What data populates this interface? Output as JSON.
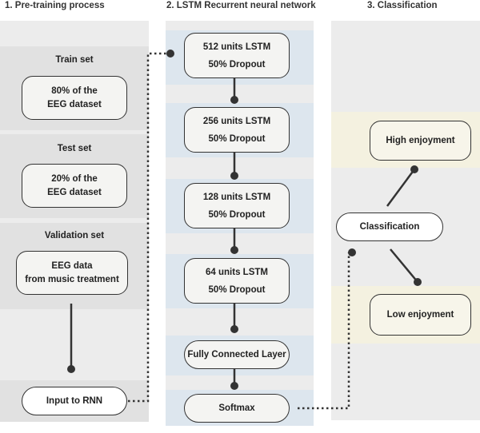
{
  "columns": {
    "pretraining_title": "1. Pre-training process",
    "lstm_title": "2. LSTM Recurrent neural network",
    "classification_title": "3. Classification"
  },
  "pretraining": {
    "train_set": {
      "title": "Train set",
      "line1": "80% of the",
      "line2": "EEG dataset"
    },
    "test_set": {
      "title": "Test set",
      "line1": "20% of the",
      "line2": "EEG dataset"
    },
    "validation_set": {
      "title": "Validation set",
      "line1": "EEG data",
      "line2": "from music treatment"
    },
    "input_label": "Input to RNN"
  },
  "lstm": {
    "layers": [
      {
        "line1": "512 units LSTM",
        "line2": "50% Dropout"
      },
      {
        "line1": "256 units LSTM",
        "line2": "50% Dropout"
      },
      {
        "line1": "128 units LSTM",
        "line2": "50% Dropout"
      },
      {
        "line1": "64 units LSTM",
        "line2": "50% Dropout"
      }
    ],
    "fully_connected": "Fully Connected Layer",
    "softmax": "Softmax"
  },
  "classification": {
    "center": "Classification",
    "high": "High enjoyment",
    "low": "Low enjoyment"
  },
  "colors": {
    "panel": "#ececec",
    "band": "#e1e1e1",
    "lstm_band": "#dde6ee",
    "cream_band": "#f4f1e0",
    "line": "#333333"
  }
}
